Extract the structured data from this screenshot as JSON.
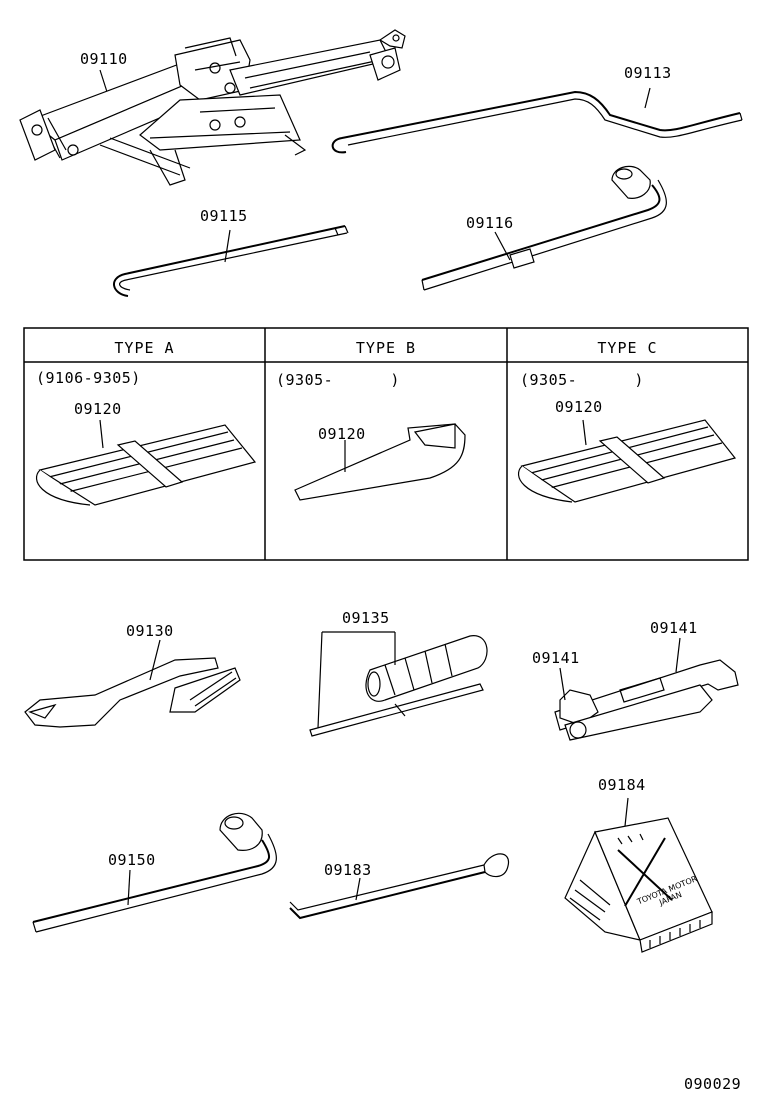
{
  "parts": {
    "jack": "09110",
    "jack_handle": "09113",
    "handle_rod": "09115",
    "wheel_wrench_top": "09116",
    "tool_bag_type_a": "09120",
    "tool_bag_type_b": "09120",
    "tool_bag_type_c": "09120",
    "pliers": "09130",
    "screwdriver": "09135",
    "wrench_upper": "09141",
    "wrench_left": "09141",
    "wheel_wrench_bottom": "09150",
    "hook_rod": "09183",
    "wheel_chock": "09184"
  },
  "types_table": {
    "type_a": {
      "header": "TYPE A",
      "range": "(9106-9305)"
    },
    "type_b": {
      "header": "TYPE B",
      "range": "(9305-      )"
    },
    "type_c": {
      "header": "TYPE C",
      "range": "(9305-      )"
    }
  },
  "chock_marking": {
    "line1": "TOYOTA MOTOR",
    "line2": "JAPAN"
  },
  "figure_id": "090029"
}
